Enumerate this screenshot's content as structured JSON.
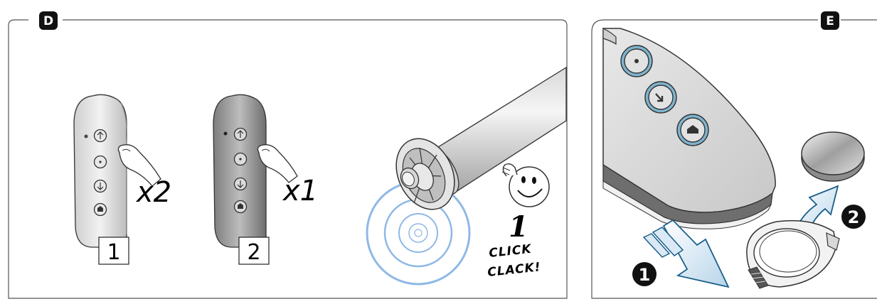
{
  "panel_d": {
    "label": "D",
    "step1": {
      "multiplier": "x2",
      "step_number": "1"
    },
    "step2": {
      "multiplier": "x1",
      "step_number": "2"
    },
    "motor": {
      "count": "1",
      "sound_line1": "CLICK",
      "sound_line2": "CLACK!"
    }
  },
  "panel_e": {
    "label": "E",
    "step1_number": "1",
    "step2_number": "2"
  },
  "colors": {
    "frame": "#555555",
    "wave": "#8fb8e6",
    "remote_light": "#e6e6e6",
    "remote_dark": "#9a9a9a",
    "accent_blue": "#4aa3c8"
  }
}
